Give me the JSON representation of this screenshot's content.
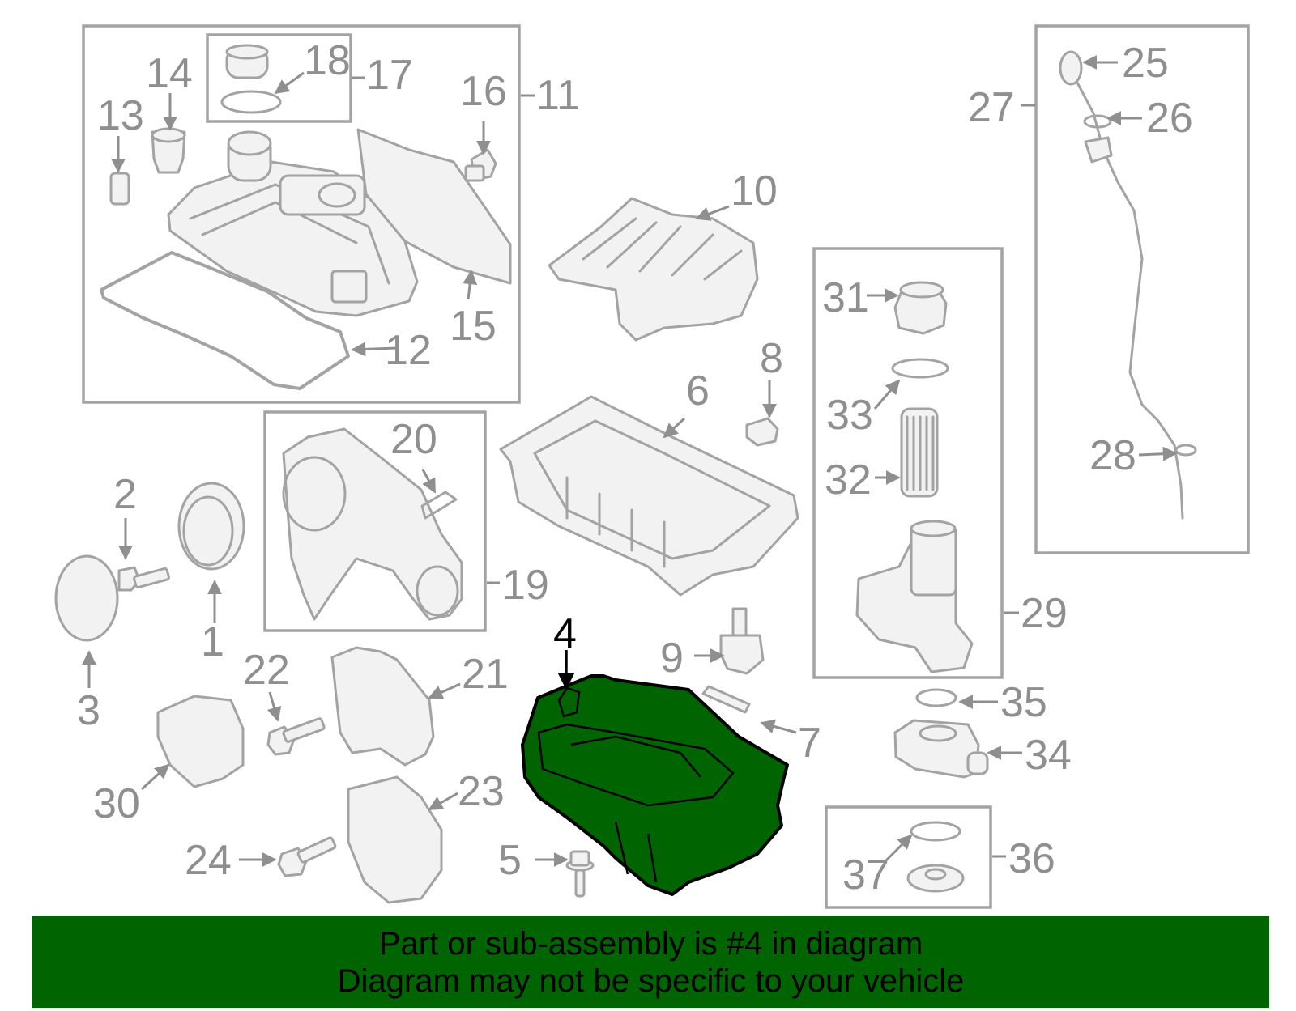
{
  "diagram": {
    "highlighted_part": "4",
    "highlight_color": "#006400",
    "callouts": [
      "1",
      "2",
      "3",
      "4",
      "5",
      "6",
      "7",
      "8",
      "9",
      "10",
      "11",
      "12",
      "13",
      "14",
      "15",
      "16",
      "17",
      "18",
      "19",
      "20",
      "21",
      "22",
      "23",
      "24",
      "25",
      "26",
      "27",
      "28",
      "29",
      "30",
      "31",
      "32",
      "33",
      "34",
      "35",
      "36",
      "37"
    ]
  },
  "banner": {
    "line1": "Part or sub-assembly is #4 in diagram",
    "line2": "Diagram may not be specific to your vehicle",
    "background": "#006400"
  }
}
